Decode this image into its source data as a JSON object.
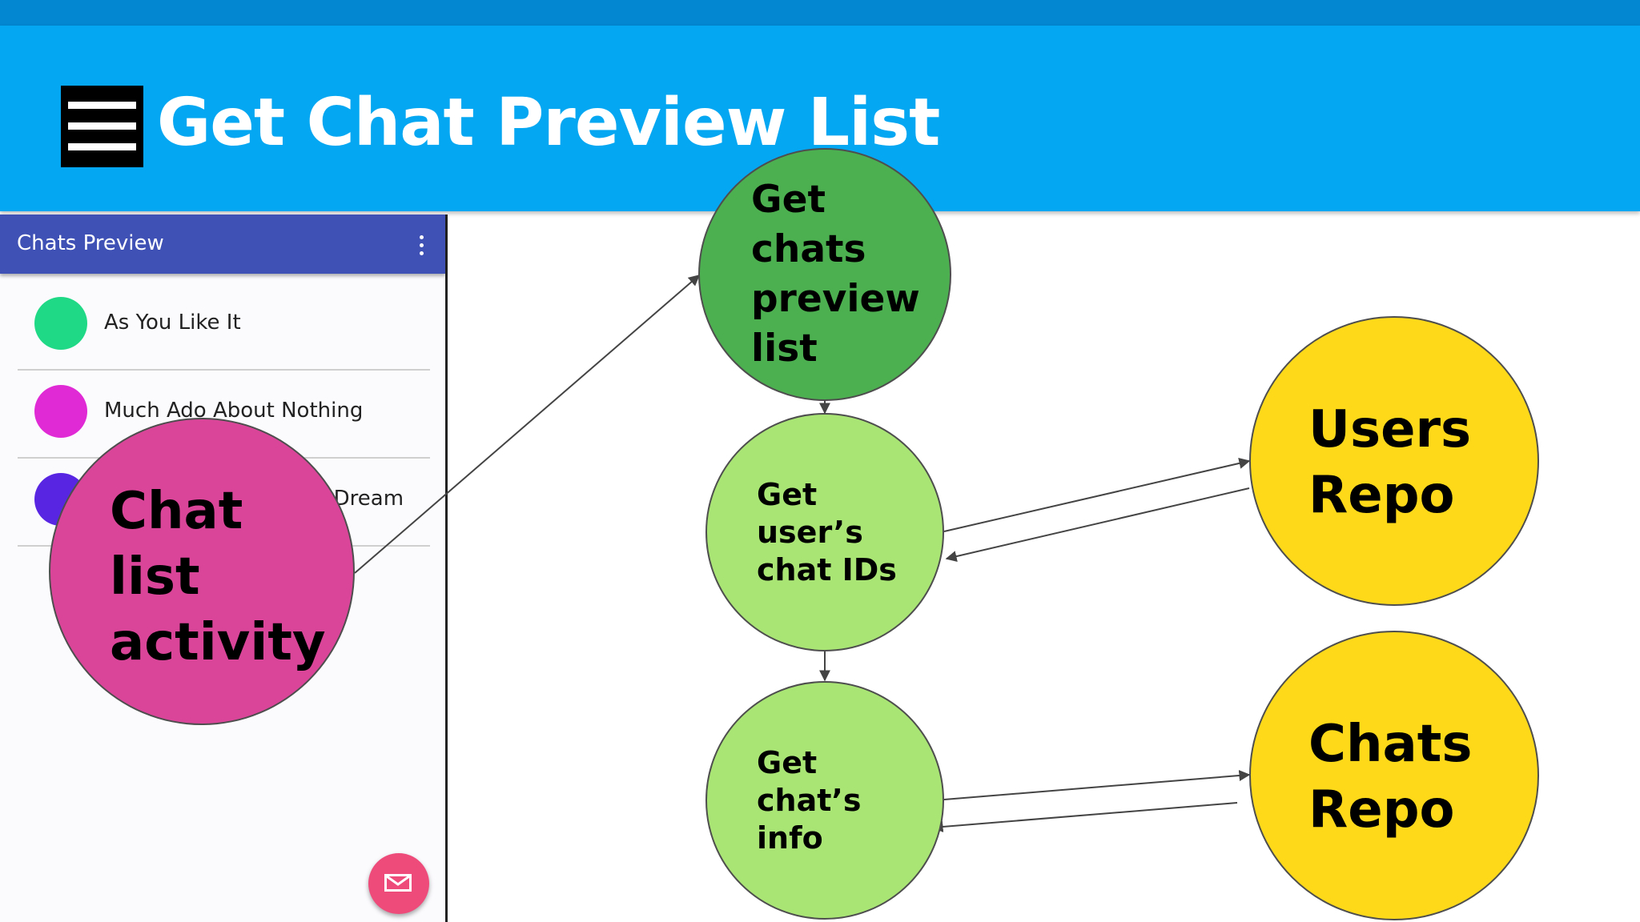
{
  "header": {
    "title": "Get Chat Preview List",
    "menu_icon": "hamburger-menu-icon"
  },
  "phone": {
    "appbar_title": "Chats Preview",
    "overflow_icon": "more-vert-icon",
    "chats": [
      {
        "name": "As You Like It",
        "avatar_color": "#20d986"
      },
      {
        "name": "Much Ado About Nothing",
        "avatar_color": "#e02ad5"
      },
      {
        "name": "A Midsummer Night's Dream",
        "avatar_color": "#5826e3"
      }
    ],
    "fab_icon": "envelope-icon"
  },
  "diagram": {
    "activity": {
      "lines": [
        "Chat",
        "list",
        "activity"
      ],
      "color": "#da4499"
    },
    "get_preview": {
      "lines": [
        "Get",
        "chats",
        "preview",
        "list"
      ],
      "color": "#4caf50"
    },
    "get_ids": {
      "lines": [
        "Get",
        "user’s",
        "chat IDs"
      ],
      "color": "#a9e574"
    },
    "get_info": {
      "lines": [
        "Get",
        "chat’s",
        "info"
      ],
      "color": "#a9e574"
    },
    "users_repo": {
      "lines": [
        "Users",
        "Repo"
      ],
      "color": "#fdd91a"
    },
    "chats_repo": {
      "lines": [
        "Chats",
        "Repo"
      ],
      "color": "#fdd91a"
    }
  }
}
